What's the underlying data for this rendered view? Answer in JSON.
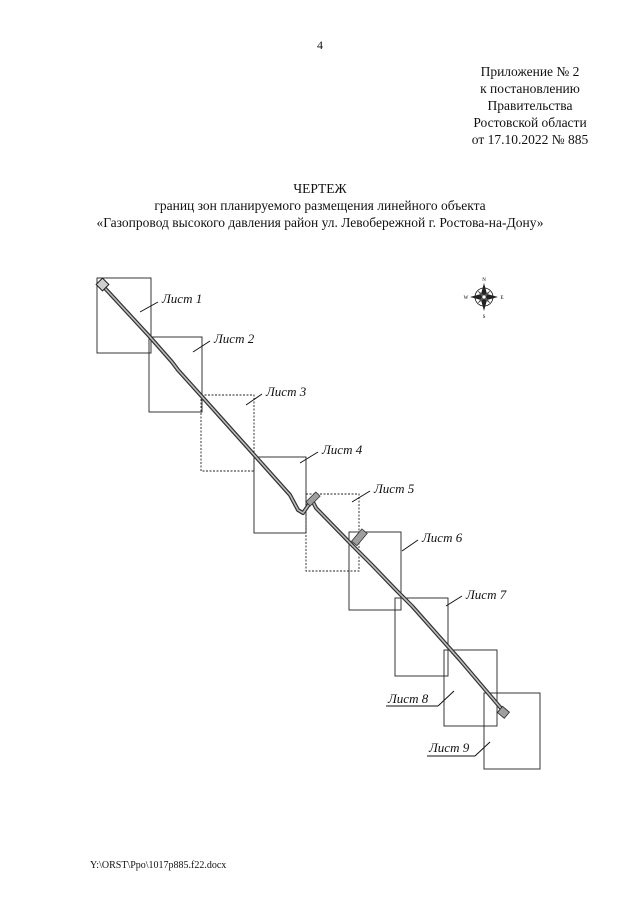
{
  "page_number": "4",
  "appendix": {
    "lines": [
      "Приложение № 2",
      "к постановлению",
      "Правительства",
      "Ростовской области",
      "от 17.10.2022 № 885"
    ]
  },
  "title": {
    "heading": "ЧЕРТЕЖ",
    "line1": "границ зон планируемого размещения линейного объекта",
    "line2": "«Газопровод высокого давления район ул. Левобережной г. Ростова-на-Дону»"
  },
  "compass": {
    "n": "N",
    "s": "S",
    "w": "W",
    "e": "E"
  },
  "sheets": [
    {
      "label": "Лист 1"
    },
    {
      "label": "Лист 2"
    },
    {
      "label": "Лист 3"
    },
    {
      "label": "Лист 4"
    },
    {
      "label": "Лист 5"
    },
    {
      "label": "Лист 6"
    },
    {
      "label": "Лист 7"
    },
    {
      "label": "Лист 8"
    },
    {
      "label": "Лист 9"
    }
  ],
  "footer": "Y:\\ORST\\Ppo\\1017p885.f22.docx"
}
